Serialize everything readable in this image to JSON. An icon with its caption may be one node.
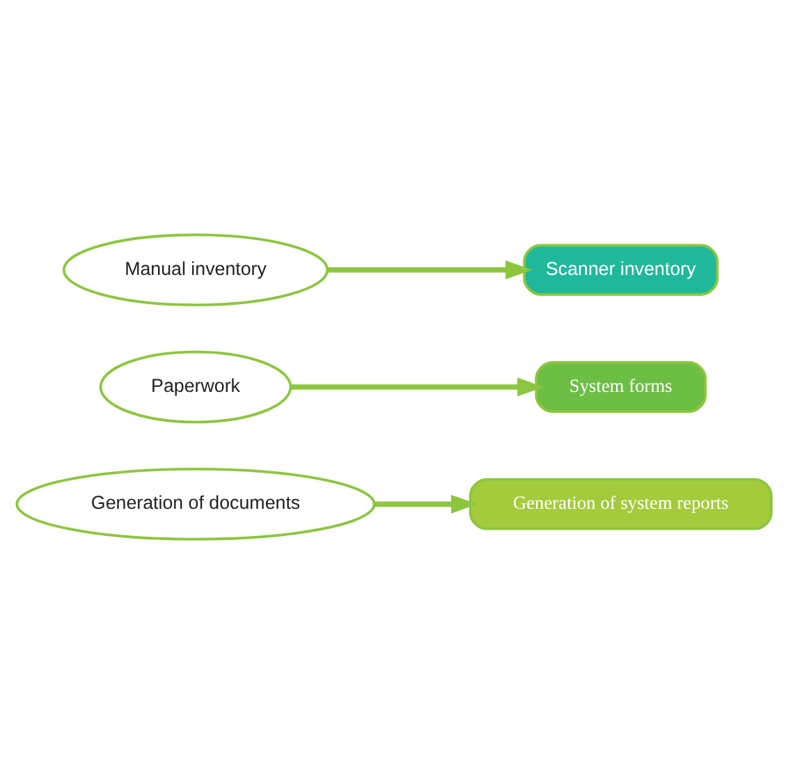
{
  "diagram": {
    "nodes": [
      {
        "text": [
          "Generation of system reports"
        ]
      },
      {
        "text": [
          "System forms"
        ]
      },
      {
        "text": [
          "Generation of documents"
        ]
      },
      {
        "text": [
          "Paperwork"
        ]
      },
      {
        "text": [
          "Manual inventory"
        ]
      },
      {
        "text": [
          "Scanner inventory"
        ]
      }
    ],
    "edges": [
      {
        "from": 3,
        "to": 1,
        "arrow": "to"
      },
      {
        "from": 4,
        "to": 5,
        "arrow": "to"
      },
      {
        "from": 2,
        "to": 0,
        "arrow": "to"
      }
    ]
  }
}
